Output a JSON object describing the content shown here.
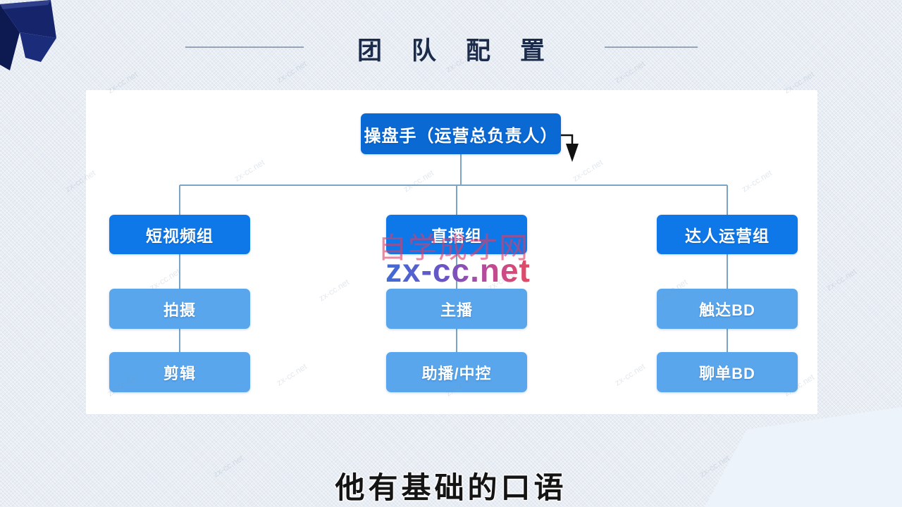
{
  "title": {
    "text": "团队配置"
  },
  "org_chart": {
    "root": "操盘手（运营总负责人）",
    "columns": [
      {
        "group": "短视频组",
        "members": [
          "拍摄",
          "剪辑"
        ]
      },
      {
        "group": "直播组",
        "members": [
          "主播",
          "助播/中控"
        ]
      },
      {
        "group": "达人运营组",
        "members": [
          "触达BD",
          "聊单BD"
        ]
      }
    ]
  },
  "watermark": {
    "site_name": "自学成才网",
    "domain": "zx-cc.net"
  },
  "subtitle": {
    "text": "他有基础的口语"
  },
  "colors": {
    "root_box": "#0b69d4",
    "group_box": "#0f78e8",
    "member_box": "#59a6ec",
    "connector": "#7aa5c6",
    "title_text": "#1c2b4a",
    "slide_background": "#e8edf4",
    "card_background": "#ffffff",
    "ribbon_navy": "#16256b",
    "watermark_pink": "#de3e68",
    "watermark_blue": "#3f6cd6"
  }
}
